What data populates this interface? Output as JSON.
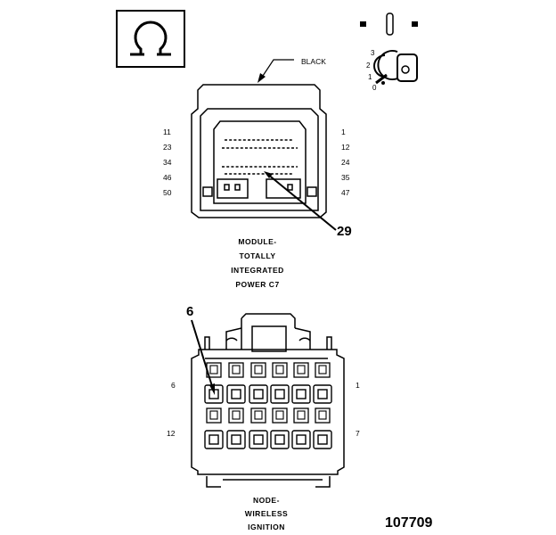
{
  "top_icons": {
    "ohm_symbol": "Ω",
    "ignition_switch_positions": [
      "3",
      "2",
      "1",
      "0"
    ]
  },
  "module_connector": {
    "color_label": "BLACK",
    "pins_left": [
      "11",
      "23",
      "34",
      "46",
      "50"
    ],
    "pins_right": [
      "1",
      "12",
      "24",
      "35",
      "47"
    ],
    "callout_pin": "29",
    "name_lines": [
      "MODULE-",
      "TOTALLY",
      "INTEGRATED",
      "POWER C7"
    ]
  },
  "node_connector": {
    "callout_pin": "6",
    "pins_left": [
      "6",
      "12"
    ],
    "pins_right": [
      "1",
      "7"
    ],
    "name_lines": [
      "NODE-",
      "WIRELESS",
      "IGNITION"
    ]
  },
  "figure_number": "107709"
}
